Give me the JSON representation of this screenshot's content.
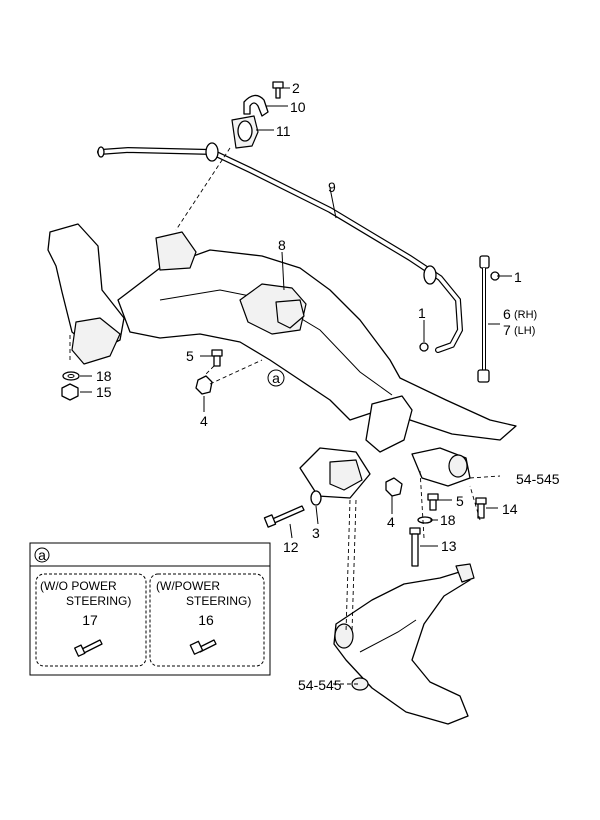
{
  "callouts": {
    "c2": "2",
    "c10": "10",
    "c11": "11",
    "c9": "9",
    "c8": "8",
    "c1a": "1",
    "c1b": "1",
    "c6": "6",
    "c6s": "(RH)",
    "c7": "7",
    "c7s": "(LH)",
    "c5a": "5",
    "c18a": "18",
    "c15": "15",
    "c4a": "4",
    "ca": "a",
    "c54a": "54-545",
    "c5b": "5",
    "c14": "14",
    "c18b": "18",
    "c4b": "4",
    "c13": "13",
    "c12": "12",
    "c3": "3",
    "c54b": "54-545"
  },
  "inset": {
    "marker": "a",
    "left": {
      "line1": "(W/O POWER",
      "line2": "STEERING)",
      "part": "17"
    },
    "right": {
      "line1": "(W/POWER",
      "line2": "STEERING)",
      "part": "16"
    }
  }
}
